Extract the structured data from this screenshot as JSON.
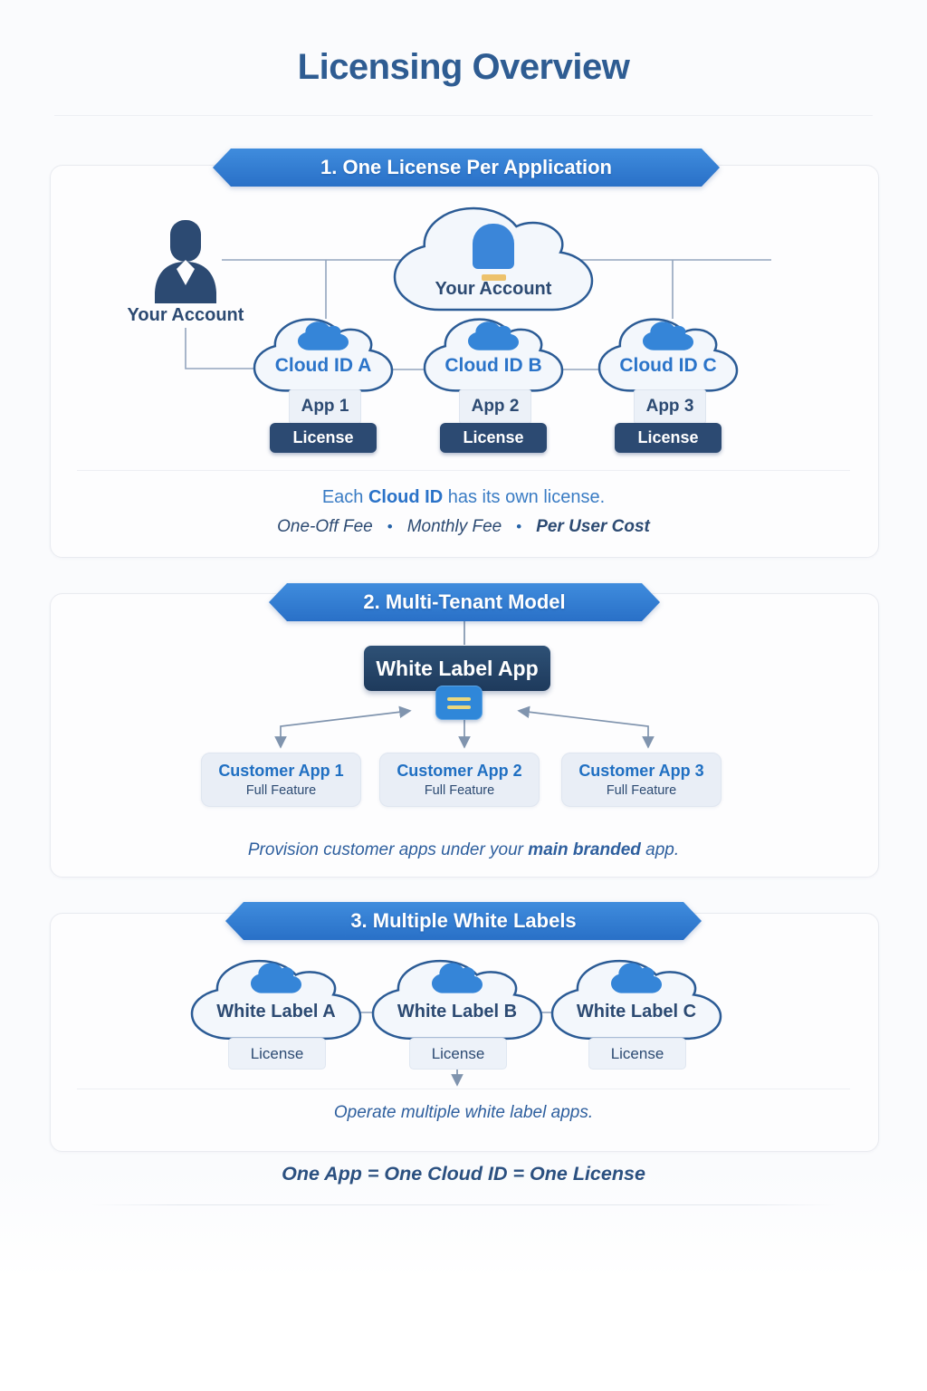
{
  "page": {
    "title": "Licensing Overview",
    "footer": "One App = One Cloud ID = One License"
  },
  "section1": {
    "banner": "1. One License Per Application",
    "person_label": "Your Account",
    "main_cloud_label": "Your Account",
    "clouds": [
      {
        "name": "Cloud ID A",
        "app": "App 1",
        "license": "License"
      },
      {
        "name": "Cloud ID B",
        "app": "App 2",
        "license": "License"
      },
      {
        "name": "Cloud ID C",
        "app": "App 3",
        "license": "License"
      }
    ],
    "caption_prefix": "Each ",
    "caption_bold": "Cloud ID",
    "caption_suffix": " has its own license.",
    "fees": [
      "One-Off Fee",
      "Monthly Fee",
      "Per User Cost"
    ],
    "fee_separator": "•"
  },
  "section2": {
    "banner": "2. Multi-Tenant Model",
    "root_label": "White Label App",
    "apps": [
      {
        "name": "Customer App 1",
        "feature": "Full Feature"
      },
      {
        "name": "Customer App 2",
        "feature": "Full Feature"
      },
      {
        "name": "Customer App 3",
        "feature": "Full Feature"
      }
    ],
    "caption_prefix": "Provision customer apps under your ",
    "caption_bold": "main branded",
    "caption_suffix": " app."
  },
  "section3": {
    "banner": "3. Multiple White Labels",
    "clouds": [
      {
        "name": "White Label A",
        "license": "License"
      },
      {
        "name": "White Label B",
        "license": "License"
      },
      {
        "name": "White Label C",
        "license": "License"
      }
    ],
    "caption": "Operate multiple white label apps."
  },
  "colors": {
    "banner_blue": "#2f7cd0",
    "navy": "#2c4a72",
    "bright_blue": "#2472c8",
    "cloud_icon_blue": "#3585d8",
    "cloud_stroke": "#2b5b95",
    "license_bg": "#2c4a72",
    "white_label_bg": "#24425f",
    "accent_yellow": "#edc26c",
    "connector_gray": "#93a5bd"
  }
}
